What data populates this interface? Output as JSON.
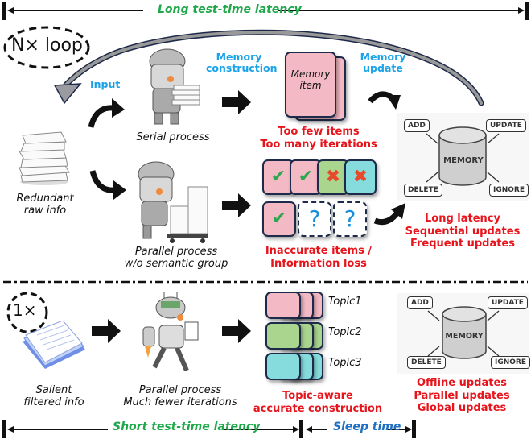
{
  "top_timeline": {
    "label": "Long test-time latency"
  },
  "loop_badge": {
    "label": "N× loop"
  },
  "labels": {
    "input": "Input",
    "memory_construction": "Memory construction",
    "memory_update": "Memory update"
  },
  "top_section": {
    "raw_info": [
      "Redundant",
      "raw info"
    ],
    "serial_process": "Serial process",
    "parallel_process": [
      "Parallel process",
      "w/o semantic group"
    ],
    "memory_item": [
      "Memory",
      "item"
    ],
    "serial_issues": [
      "Too few items",
      "Too many iterations"
    ],
    "parallel_issues": [
      "Inaccurate items /",
      "Information loss"
    ],
    "grid_cells": [
      {
        "color": "pink",
        "mark": "check"
      },
      {
        "color": "pink",
        "mark": "check"
      },
      {
        "color": "green",
        "mark": "cross"
      },
      {
        "color": "cyan",
        "mark": "cross"
      },
      {
        "color": "pink",
        "mark": "check"
      },
      {
        "color": "empty",
        "mark": "?"
      },
      {
        "color": "empty",
        "mark": "?"
      }
    ],
    "memory_ops": {
      "center": "MEMORY",
      "ops": [
        "ADD",
        "UPDATE",
        "DELETE",
        "IGNORE"
      ]
    },
    "update_issues": [
      "Long latency",
      "Sequential updates",
      "Frequent updates"
    ]
  },
  "bottom_section": {
    "badge": "1×",
    "filtered_info": [
      "Salient",
      "filtered info"
    ],
    "parallel_process": [
      "Parallel process",
      "Much fewer iterations"
    ],
    "topics": [
      "Topic1",
      "Topic2",
      "Topic3"
    ],
    "construction": [
      "Topic-aware",
      "accurate construction"
    ],
    "memory_ops": {
      "center": "MEMORY",
      "ops": [
        "ADD",
        "UPDATE",
        "DELETE",
        "IGNORE"
      ]
    },
    "update_benefits": [
      "Offline updates",
      "Parallel updates",
      "Global updates"
    ]
  },
  "bottom_timeline": {
    "short_label": "Short test-time latency",
    "sleep_label": "Sleep time"
  },
  "colors": {
    "green_text": "#1fa84a",
    "red_text": "#e8141c",
    "blue_text": "#1aa3e8",
    "sleep_blue": "#1f6fc0",
    "pink": "#f3b9c4",
    "green": "#a9d58e",
    "cyan": "#86dcdc"
  }
}
